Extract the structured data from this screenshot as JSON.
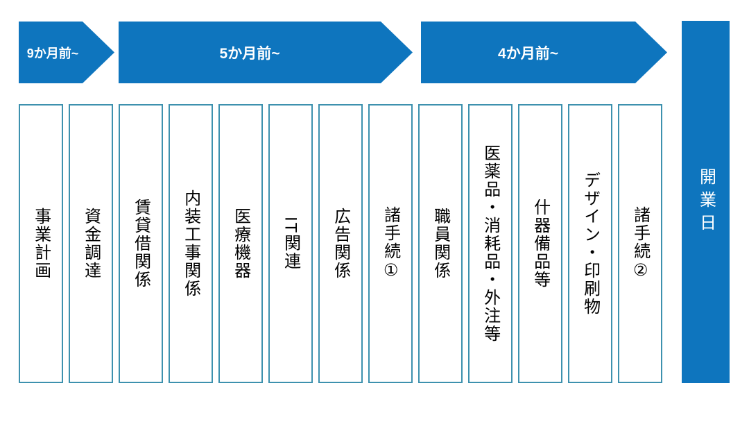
{
  "colors": {
    "accent_blue": "#0E75BE",
    "box_border_teal": "#3D91AE",
    "arrow_text": "#FFFFFF",
    "task_text": "#000000",
    "background": "#FFFFFF"
  },
  "phases": [
    {
      "label": "9か月前~"
    },
    {
      "label": "5か月前~"
    },
    {
      "label": "4か月前~"
    }
  ],
  "opening_day": {
    "label": "開業日"
  },
  "tasks": [
    {
      "label": "事業計画"
    },
    {
      "label": "資金調達"
    },
    {
      "label": "賃貸借関係"
    },
    {
      "label": "内装工事関係"
    },
    {
      "label": "医療機器"
    },
    {
      "label": "IT関連"
    },
    {
      "label": "広告関係"
    },
    {
      "label": "諸手続①"
    },
    {
      "label": "職員関係"
    },
    {
      "label": "医薬品・消耗品・外注等"
    },
    {
      "label": "什器備品等"
    },
    {
      "label": "デザイン・印刷物"
    },
    {
      "label": "諸手続②"
    }
  ]
}
